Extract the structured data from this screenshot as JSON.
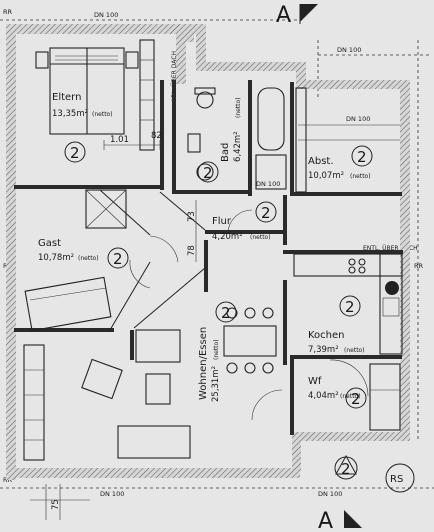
{
  "rooms": {
    "eltern": {
      "name": "Eltern",
      "area": "13,35m²",
      "note": "(netto)",
      "count": "2"
    },
    "gast": {
      "name": "Gast",
      "area": "10,78m²",
      "note": "(netto)",
      "count": "2"
    },
    "bad": {
      "name": "Bad",
      "area": "6,42m²",
      "note": "(netto)",
      "count": "2"
    },
    "abst": {
      "name": "Abst.",
      "area": "10,07m²",
      "note": "(netto)",
      "count": "2"
    },
    "flur": {
      "name": "Flur",
      "area": "4,20m²",
      "note": "(netto)",
      "count": "2"
    },
    "wohnen": {
      "name": "Wohnen/Essen",
      "area": "25,31m²",
      "note": "(netto)",
      "count": "2"
    },
    "kochen": {
      "name": "Kochen",
      "area": "7,39m²",
      "note": "(netto)",
      "count": "2"
    },
    "wf": {
      "name": "Wf",
      "area": "4,04m²",
      "note": "(netto)",
      "count": "2"
    }
  },
  "dimensions": {
    "d101": "1.01",
    "d82": "82",
    "d73": "73",
    "d78": "78",
    "d75": "75"
  },
  "pipes": {
    "dn100": "DN 100",
    "rr": "RR",
    "abl_dach": "ABL. ÜBER DACH",
    "entl_dach": "ENTL. ÜBER DACH"
  },
  "section_marker": "A",
  "rs_label": "RS",
  "stair_count": "2"
}
